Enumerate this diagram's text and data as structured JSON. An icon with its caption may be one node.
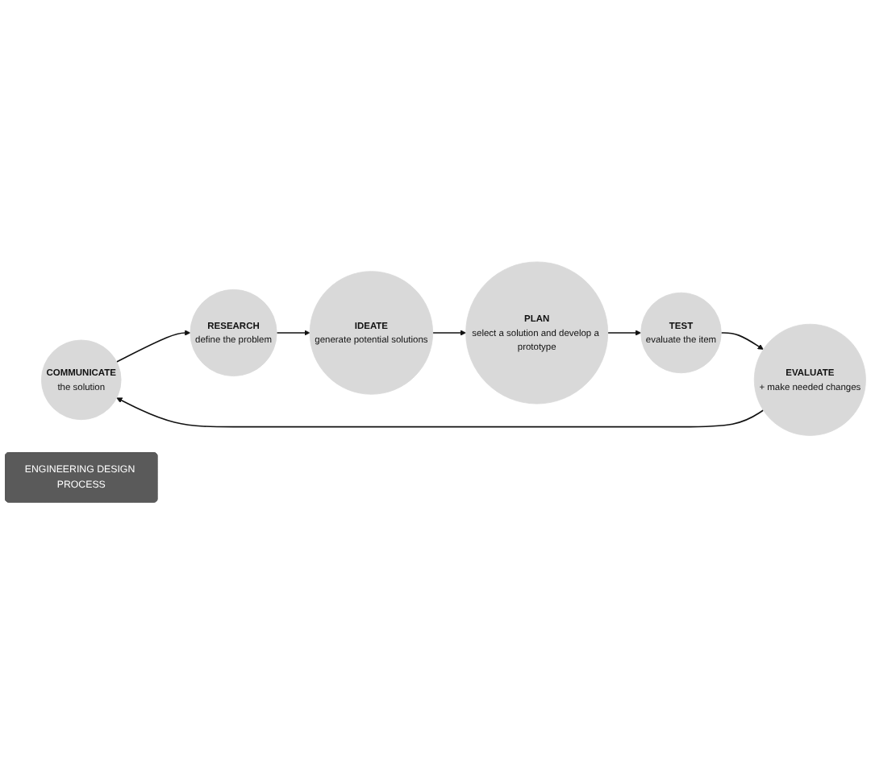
{
  "diagram": {
    "nodes": [
      {
        "text": [
          "COMMUNICATE",
          "the solution"
        ]
      },
      {
        "text": [
          "RESEARCH",
          "define the problem"
        ]
      },
      {
        "text": [
          "EVALUATE",
          "+ make needed changes"
        ]
      },
      {
        "text": [
          "ENGINEERING DESIGN PROCESS"
        ]
      },
      {
        "text": [
          "IDEATE",
          "generate potential solutions"
        ]
      },
      {
        "text": [
          "TEST",
          "evaluate the item"
        ]
      },
      {
        "text": [
          "PLAN",
          "select a solution and develop a prototype"
        ]
      }
    ],
    "edges": [
      {
        "from": 0,
        "to": 1,
        "arrow": "to"
      },
      {
        "from": 1,
        "to": 4,
        "arrow": "to"
      },
      {
        "from": 4,
        "to": 6,
        "arrow": "to"
      },
      {
        "from": 6,
        "to": 5,
        "arrow": "to"
      },
      {
        "from": 5,
        "to": 2,
        "arrow": "to"
      },
      {
        "from": 2,
        "to": 0,
        "arrow": "to"
      }
    ]
  }
}
